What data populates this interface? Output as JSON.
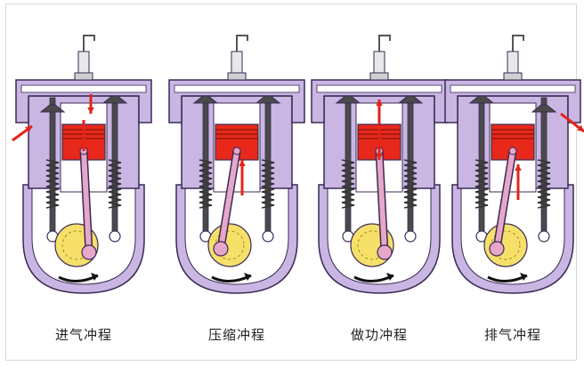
{
  "stages": [
    {
      "label": "进气冲程"
    },
    {
      "label": "压缩冲程"
    },
    {
      "label": "做功冲程"
    },
    {
      "label": "排气冲程"
    }
  ],
  "colors": {
    "body": "#c9b6e3",
    "outline": "#3a2a55",
    "piston": "#e8281a",
    "arrow": "#e3241b",
    "crank": "#f6e06a",
    "rod": "#e7a7c8",
    "spark": "#e8e8e8"
  }
}
